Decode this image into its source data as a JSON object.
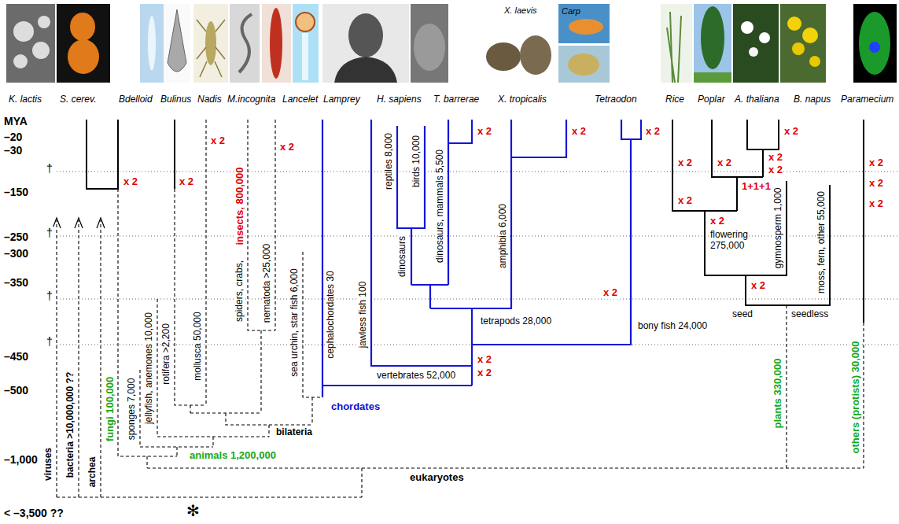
{
  "diagram": {
    "labels": [
      "K. lactis",
      "S. cerev.",
      "Bdelloid",
      "Bulinus",
      "Nadis",
      "M.incognita",
      "Lancelet",
      "Lamprey",
      "H. sapiens",
      "T. barrerae",
      "X. tropicalis",
      "Tetraodon",
      "Rice",
      "Poplar",
      "A. thaliana",
      "B. napus",
      "Paramecium",
      "X. laevis",
      "Carp",
      "MYA",
      "–20",
      "–30",
      "†",
      "–150",
      "†",
      "–250",
      "–300",
      "†",
      "–350",
      "†",
      "–450",
      "–500",
      "–1,000",
      "< –3,500 ??",
      "✻",
      "viruses",
      "bacteria >10,000,000 ??",
      "archea",
      "fungi 100,000",
      "sponges 7,000",
      "jellyfish, anemones 10,000",
      "rotifera >2,200",
      "mollusca 50,000",
      "spiders, crabs,",
      "insects, 800,000",
      "nematoda >25,000",
      "sea urchin, star fish 6,000",
      "cephalochordates 30",
      "jawless fish 100",
      "reptiles 8,000",
      "birds 10,000",
      "dinosaurs",
      "dinosaurs, mammals 5,500",
      "amphibia 6,000",
      "gymnosperm 1,000",
      "moss, fern, other 55,000",
      "plants 330,000",
      "others (protists) 30,000",
      "bilateria",
      "animals 1,200,000",
      "eukaryotes",
      "chordates",
      "vertebrates 52,000",
      "tetrapods 28,000",
      "bony fish 24,000",
      "flowering 275,000",
      "seed",
      "seedless",
      "1+1+1",
      "x 2",
      "x 2",
      "x 2",
      "x 2",
      "x 2",
      "x 2",
      "x 2",
      "x 2",
      "x 2",
      "x 2",
      "x 2",
      "x 2",
      "x 2",
      "x 2",
      "x 2",
      "x 2",
      "x 2",
      "x 2",
      "x 2",
      "x 2",
      "x 2"
    ]
  }
}
